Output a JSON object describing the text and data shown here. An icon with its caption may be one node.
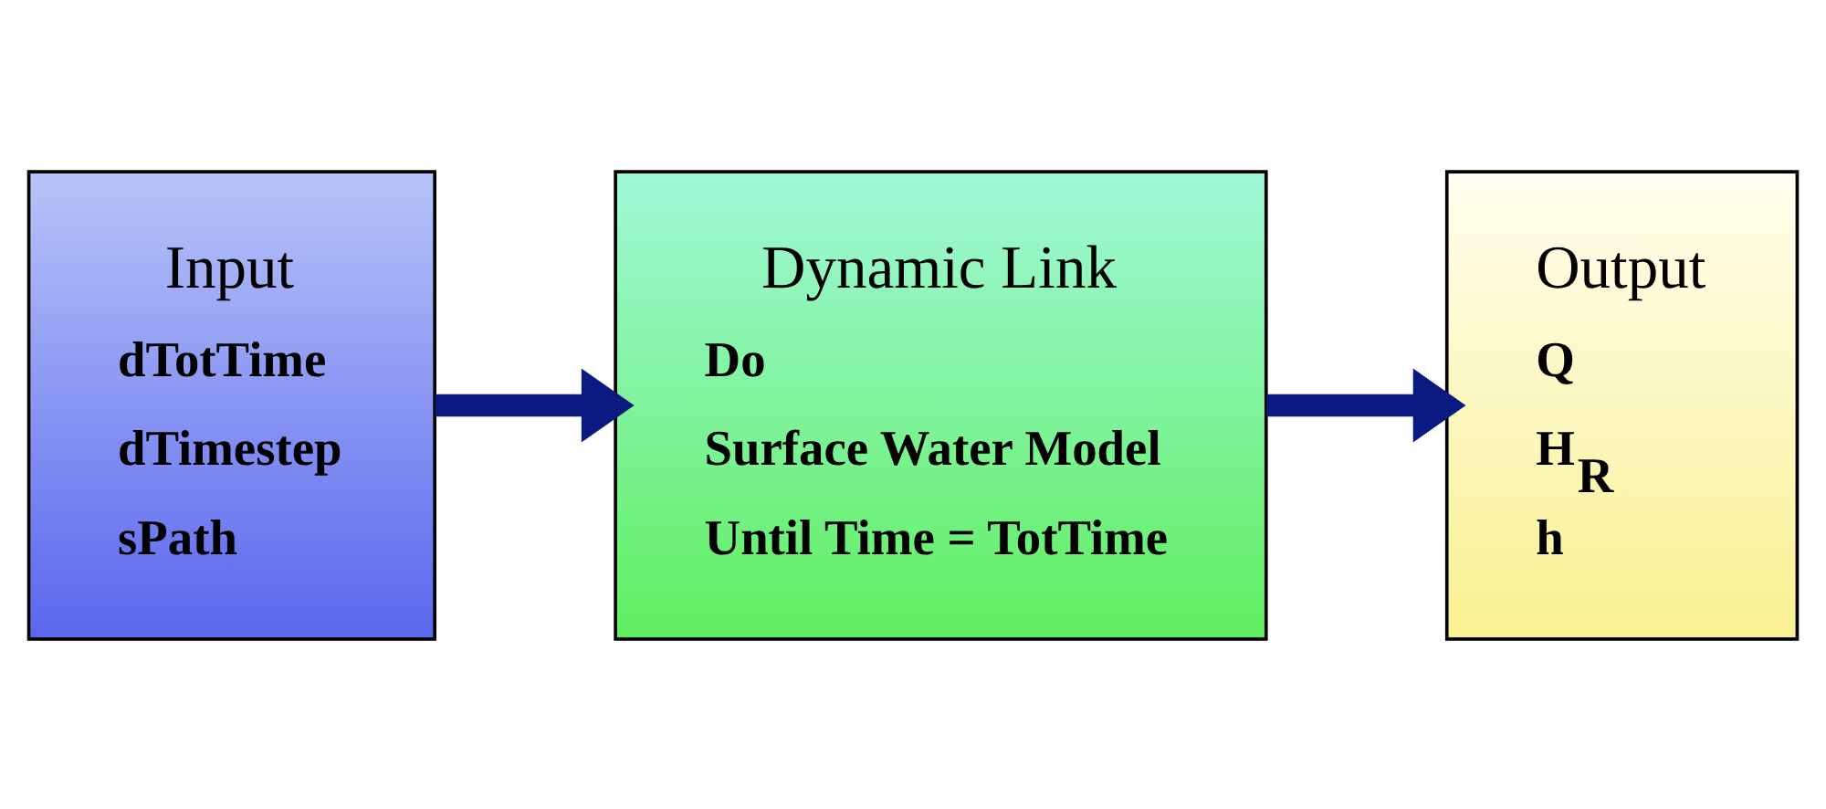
{
  "diagram": {
    "nodes": [
      {
        "text": [
          "Input",
          "dTotTime",
          "dTimestep",
          "sPath"
        ]
      },
      {
        "text": [
          "Dynamic Link",
          "Do",
          "Surface Water Model",
          "Until Time = TotTime"
        ]
      },
      {
        "text": [
          "Output",
          "Q",
          "H$_{R}$",
          "h"
        ]
      }
    ],
    "edges": [
      {
        "from": 0,
        "to": 1,
        "arrow": "to"
      },
      {
        "from": 1,
        "to": 2,
        "arrow": "to"
      }
    ]
  }
}
